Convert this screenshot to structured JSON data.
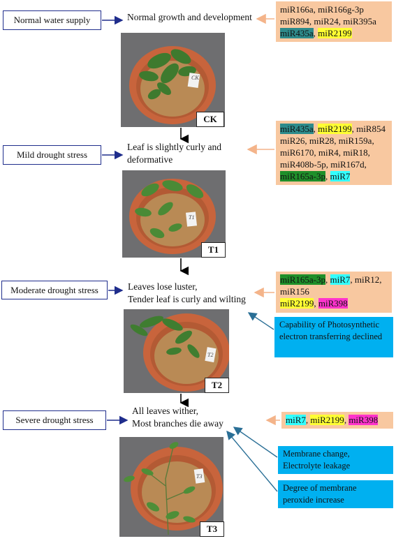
{
  "stages": [
    {
      "condition": "Normal water supply",
      "description": [
        "Normal growth and development"
      ],
      "photo_label": "CK",
      "pot_tag": "CK",
      "mirnas": [
        [
          {
            "t": "miR166a, miR166g-3p"
          }
        ],
        [
          {
            "t": "miR894, miR24, miR395a"
          }
        ],
        [
          {
            "t": "miR435a",
            "h": "teal"
          },
          {
            "t": ", "
          },
          {
            "t": "miR2199",
            "h": "yellow"
          }
        ]
      ],
      "effects": []
    },
    {
      "condition": "Mild drought stress",
      "description": [
        "Leaf is slightly curly and",
        "deformative"
      ],
      "photo_label": "T1",
      "pot_tag": "T1",
      "mirnas": [
        [
          {
            "t": "miR435a",
            "h": "teal"
          },
          {
            "t": ", "
          },
          {
            "t": "miR2199",
            "h": "yellow"
          },
          {
            "t": ", miR854"
          }
        ],
        [
          {
            "t": "miR26, miR28, miR159a,"
          }
        ],
        [
          {
            "t": "miR6170, miR4, miR18,"
          }
        ],
        [
          {
            "t": "miR408b-5p, miR167d,"
          }
        ],
        [
          {
            "t": "miR165a-3p",
            "h": "green"
          },
          {
            "t": ", "
          },
          {
            "t": "miR7",
            "h": "cyan"
          }
        ]
      ],
      "effects": []
    },
    {
      "condition": "Moderate drought stress",
      "description": [
        "Leaves lose luster,",
        "Tender leaf is curly and wilting"
      ],
      "photo_label": "T2",
      "pot_tag": "T2",
      "mirnas": [
        [
          {
            "t": "miR165a-3p",
            "h": "green"
          },
          {
            "t": ", "
          },
          {
            "t": "miR7",
            "h": "cyan"
          },
          {
            "t": ", miR12,"
          }
        ],
        [
          {
            "t": "miR156"
          }
        ],
        [
          {
            "t": "miR2199",
            "h": "yellow"
          },
          {
            "t": ", "
          },
          {
            "t": "miR398",
            "h": "magenta"
          }
        ]
      ],
      "effects": [
        "Capability of Photosynthetic electron transferring declined"
      ]
    },
    {
      "condition": "Severe drought stress",
      "description": [
        "All leaves wither,",
        "Most branches die away"
      ],
      "photo_label": "T3",
      "pot_tag": "T3",
      "mirnas": [
        [
          {
            "t": "miR7",
            "h": "cyan"
          },
          {
            "t": ", "
          },
          {
            "t": "miR2199",
            "h": "yellow"
          },
          {
            "t": ", "
          },
          {
            "t": "miR398",
            "h": "magenta"
          }
        ]
      ],
      "effects": [
        "Membrane change, Electrolyte leakage",
        "Degree of membrane peroxide increase"
      ]
    }
  ],
  "colors": {
    "stage_border": "#1f2d8c",
    "mirna_box": "#f8c8a0",
    "effect_box": "#00b0f0",
    "teal": "#2e8b8b",
    "yellow": "#ffff33",
    "green": "#1f8f2a",
    "cyan": "#33ffff",
    "magenta": "#ff33cc"
  }
}
